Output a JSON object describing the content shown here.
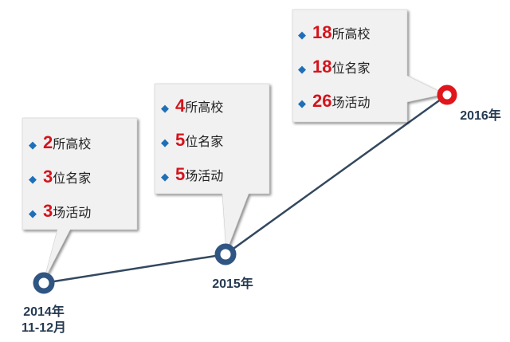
{
  "milestones": [
    {
      "year": "2014年",
      "sub": "11-12月",
      "items": [
        {
          "num": "2",
          "label": "所高校"
        },
        {
          "num": "3",
          "label": "位名家"
        },
        {
          "num": "3",
          "label": "场活动"
        }
      ]
    },
    {
      "year": "2015年",
      "items": [
        {
          "num": "4",
          "label": "所高校"
        },
        {
          "num": "5",
          "label": "位名家"
        },
        {
          "num": "5",
          "label": "场活动"
        }
      ]
    },
    {
      "year": "2016年",
      "items": [
        {
          "num": "18",
          "label": "所高校"
        },
        {
          "num": "18",
          "label": "位名家"
        },
        {
          "num": "26",
          "label": "场活动"
        }
      ]
    }
  ],
  "colors": {
    "node": "#2f5583",
    "highlight": "#e0161c",
    "number": "#d4141c",
    "bullet": "#1f6fb8"
  }
}
